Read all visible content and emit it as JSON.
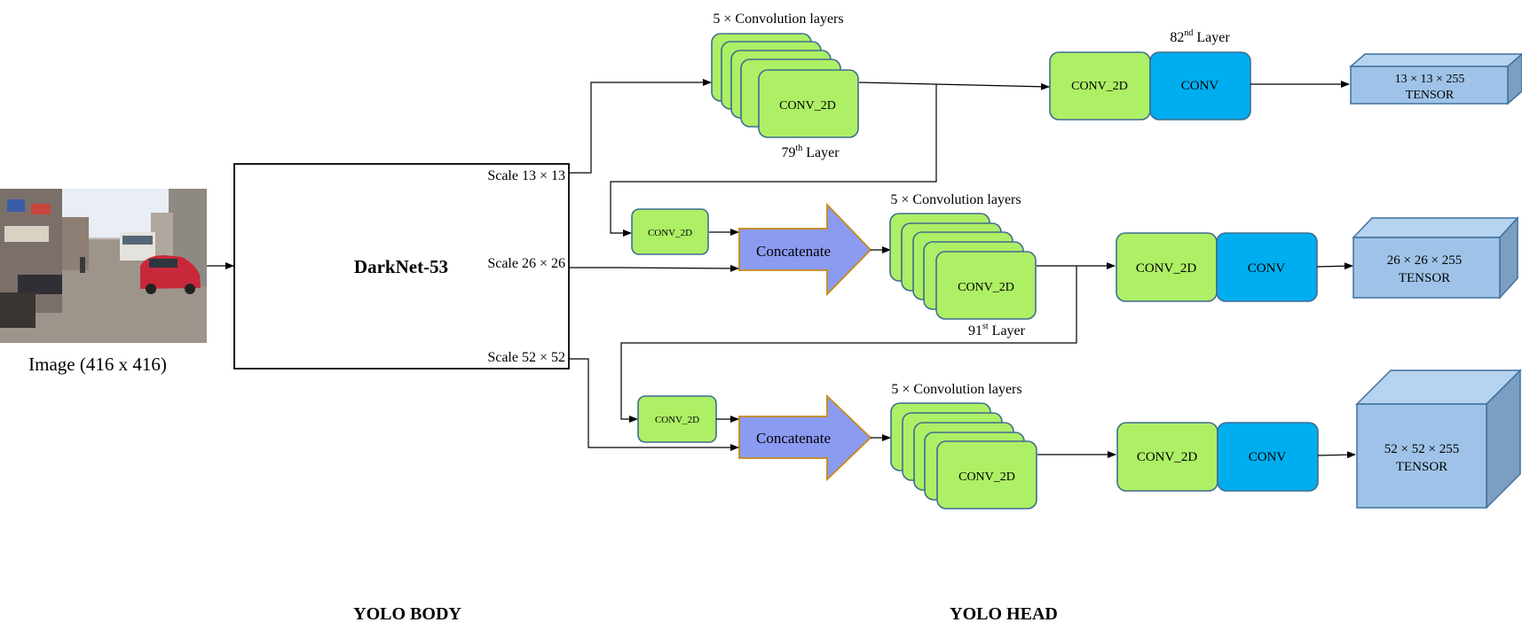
{
  "image": {
    "caption": "Image (416 x 416)"
  },
  "backbone": {
    "name": "DarkNet-53",
    "scale_13": "Scale 13 × 13",
    "scale_26": "Scale 26 × 26",
    "scale_52": "Scale 52 × 52"
  },
  "branch1": {
    "stack_label": "5 × Convolution layers",
    "stack_conv": "CONV_2D",
    "layer_num": "79",
    "layer_sup": "th",
    "layer_word": " Layer",
    "out_conv2d": "CONV_2D",
    "out_conv": "CONV",
    "out_layer_num": "82",
    "out_layer_sup": "nd",
    "out_layer_word": " Layer",
    "tensor_line1": "13 × 13 × 255",
    "tensor_line2": "TENSOR"
  },
  "branch2": {
    "small_conv": "CONV_2D",
    "concat": "Concatenate",
    "stack_label": "5 × Convolution layers",
    "stack_conv": "CONV_2D",
    "layer_num": "91",
    "layer_sup": "st",
    "layer_word": " Layer",
    "out_conv2d": "CONV_2D",
    "out_conv": "CONV",
    "tensor_line1": "26 × 26 × 255",
    "tensor_line2": "TENSOR"
  },
  "branch3": {
    "small_conv": "CONV_2D",
    "concat": "Concatenate",
    "stack_label": "5 × Convolution layers",
    "stack_conv": "CONV_2D",
    "out_conv2d": "CONV_2D",
    "out_conv": "CONV",
    "tensor_line1": "52 × 52 × 255",
    "tensor_line2": "TENSOR"
  },
  "sections": {
    "body": "YOLO BODY",
    "head": "YOLO HEAD"
  },
  "colors": {
    "conv_green": "#adef65",
    "conv_green_stroke": "#3f6d8f",
    "conv_blue": "#00aeef",
    "concat_fill": "#8b9bf2",
    "concat_stroke": "#c78a18",
    "tensor_front": "#9fc3e8",
    "tensor_top": "#b6d3ef",
    "tensor_side": "#7b9fc2",
    "tensor_stroke": "#41719c"
  }
}
